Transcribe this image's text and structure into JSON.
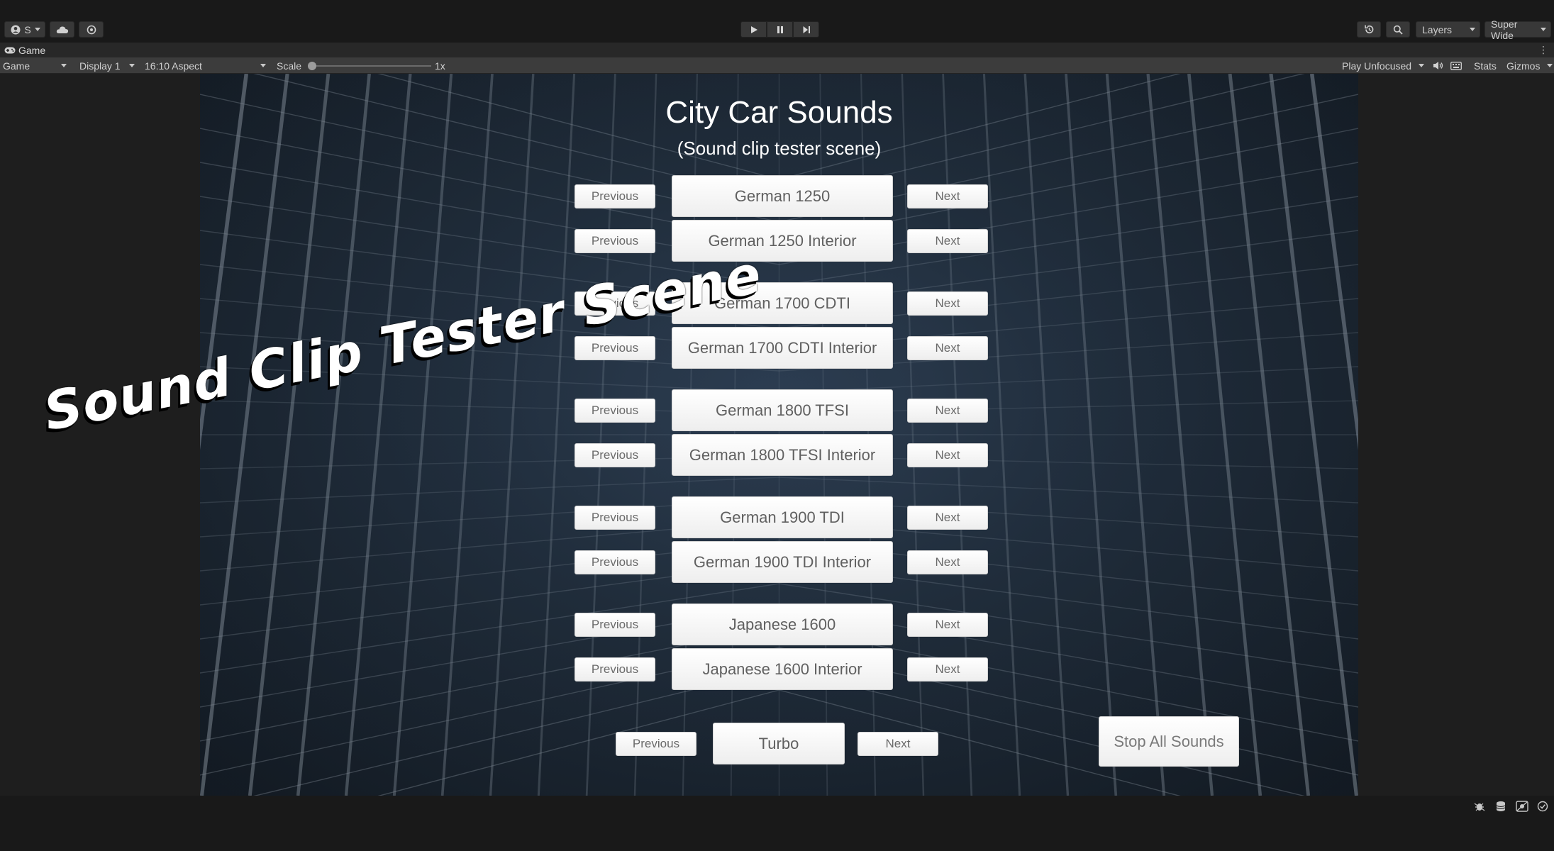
{
  "toolbar": {
    "account_label": "S",
    "layers_label": "Layers",
    "layout_label": "Super Wide"
  },
  "tabbar": {
    "tab_label": "Game"
  },
  "controls": {
    "mode": "Game",
    "display": "Display 1",
    "aspect": "16:10 Aspect",
    "scale_label": "Scale",
    "scale_value": "1x",
    "play_mode": "Play Unfocused",
    "stats": "Stats",
    "gizmos": "Gizmos"
  },
  "scene": {
    "title": "City Car Sounds",
    "subtitle": "(Sound clip tester scene)",
    "previous_label": "Previous",
    "next_label": "Next",
    "stop_label": "Stop All Sounds",
    "rows": [
      "German 1250",
      "German 1250 Interior",
      "German 1700 CDTI",
      "German 1700 CDTI Interior",
      "German 1800 TFSI",
      "German 1800 TFSI Interior",
      "German 1900 TDI",
      "German 1900 TDI Interior",
      "Japanese 1600",
      "Japanese 1600 Interior",
      "Turbo"
    ]
  },
  "overlay": {
    "text": "Sound Clip Tester Scene"
  },
  "colors": {
    "editor_bg": "#191919",
    "panel_bg": "#1e1e1e",
    "button_bg": "#ffffff",
    "title_text": "#ffffff"
  }
}
